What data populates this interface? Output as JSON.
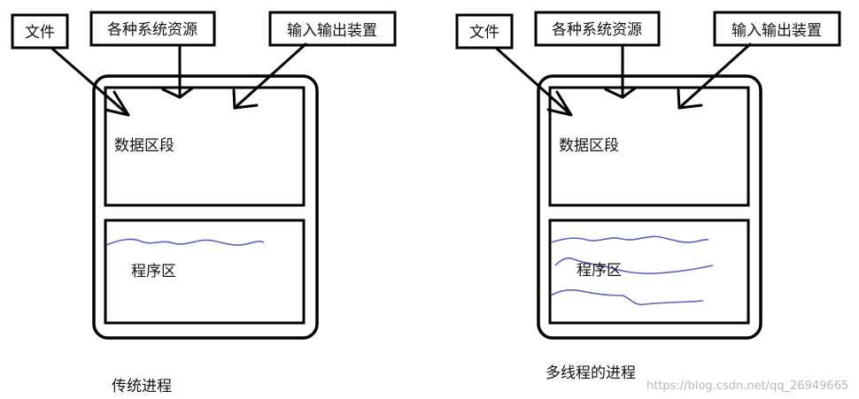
{
  "diagrams": [
    {
      "id": "left",
      "resources": {
        "file": "文件",
        "system_resources": "各种系统资源",
        "io_devices": "输入输出装置"
      },
      "data_section": "数据区段",
      "program_area": "程序区",
      "caption": "传统进程",
      "thread_count": 1
    },
    {
      "id": "right",
      "resources": {
        "file": "文件",
        "system_resources": "各种系统资源",
        "io_devices": "输入输出装置"
      },
      "data_section": "数据区段",
      "program_area": "程序区",
      "caption": "多线程的进程",
      "thread_count": 3
    }
  ],
  "watermark": "https://blog.csdn.net/qq_26949665",
  "colors": {
    "line": "#000000",
    "thread": "#5b5fc7",
    "watermark": "#b8b8b8"
  }
}
